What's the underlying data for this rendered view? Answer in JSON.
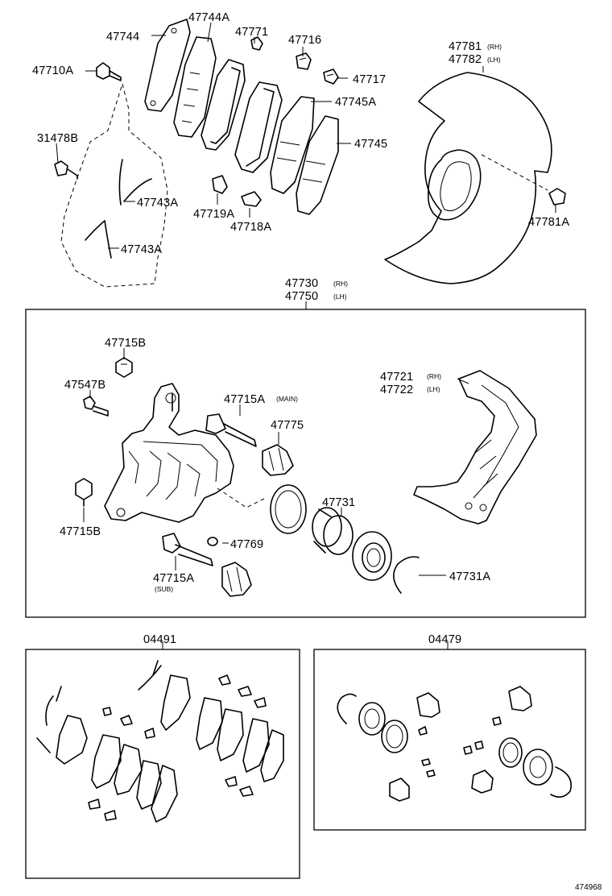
{
  "labels": {
    "p47744": "47744",
    "p47744A": "47744A",
    "p47771": "47771",
    "p47716": "47716",
    "p47717": "47717",
    "p47710A": "47710A",
    "p31478B": "31478B",
    "p47745A": "47745A",
    "p47745": "47745",
    "p47743A_1": "47743A",
    "p47743A_2": "47743A",
    "p47719A": "47719A",
    "p47718A": "47718A",
    "p47781": "47781",
    "p47781_side": "(RH)",
    "p47782": "47782",
    "p47782_side": "(LH)",
    "p47781A": "47781A",
    "p47730": "47730",
    "p47730_side": "(RH)",
    "p47750": "47750",
    "p47750_side": "(LH)",
    "p47715B_1": "47715B",
    "p47547B": "47547B",
    "p47715A_main": "47715A",
    "p47715A_main_note": "(MAIN)",
    "p47775": "47775",
    "p47721": "47721",
    "p47721_side": "(RH)",
    "p47722": "47722",
    "p47722_side": "(LH)",
    "p47731": "47731",
    "p47715B_2": "47715B",
    "p47769": "47769",
    "p47715A_sub": "47715A",
    "p47715A_sub_note": "(SUB)",
    "p47731A": "47731A",
    "p04491": "04491",
    "p04479": "04479",
    "drawing_no": "474968"
  }
}
